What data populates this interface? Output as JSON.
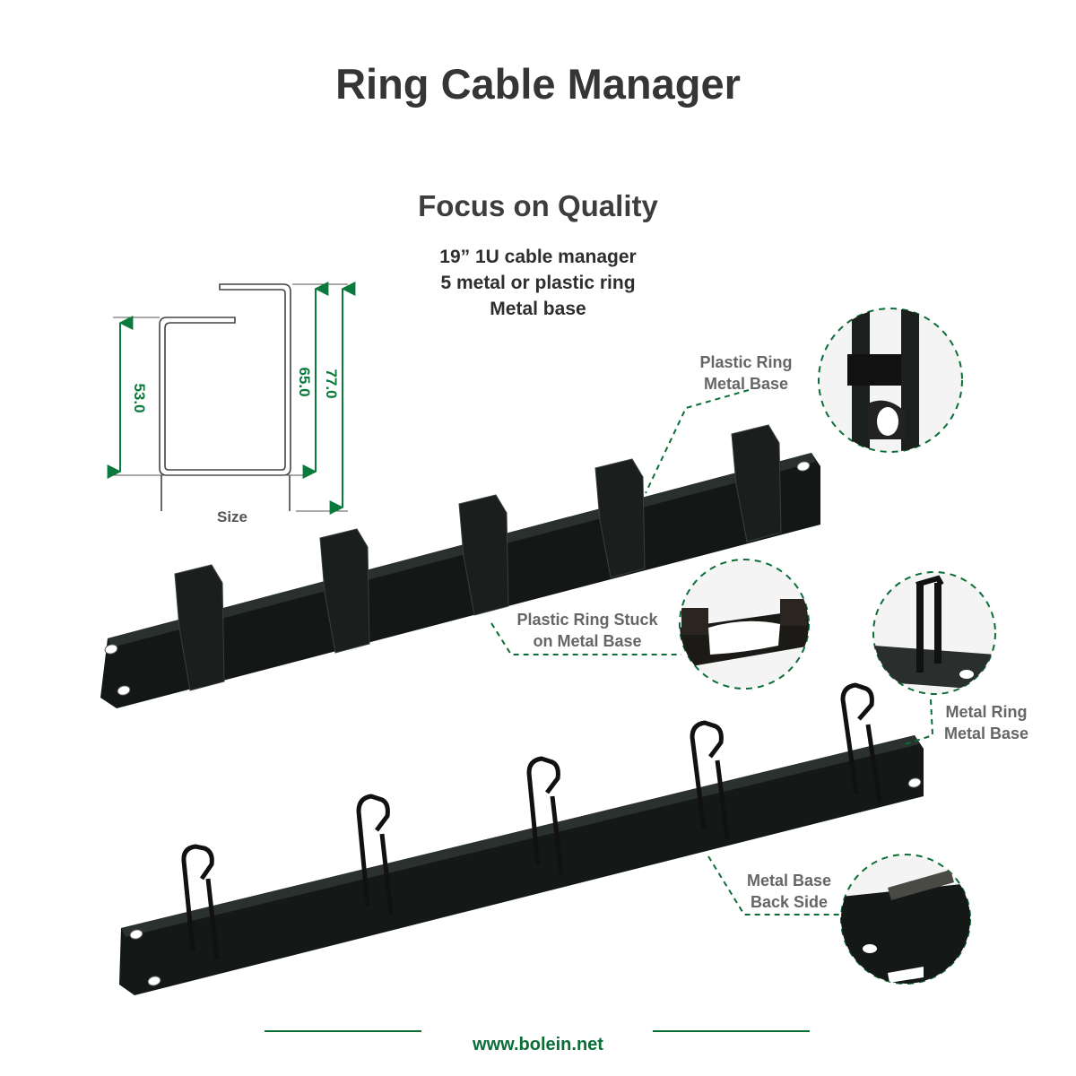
{
  "header": {
    "title": "Ring Cable Manager",
    "subtitle": "Focus on Quality"
  },
  "features": [
    "19” 1U cable manager",
    "5 metal or plastic ring",
    "Metal base"
  ],
  "diagram": {
    "dimensions": [
      "53.0",
      "65.0",
      "77.0"
    ],
    "caption": "Size"
  },
  "callouts": {
    "plastic_ring_metal_base": [
      "Plastic Ring",
      "Metal Base"
    ],
    "plastic_ring_stuck": [
      "Plastic Ring Stuck",
      "on Metal Base"
    ],
    "metal_ring_metal_base": [
      "Metal Ring",
      "Metal Base"
    ],
    "metal_base_back_side": [
      "Metal Base",
      "Back Side"
    ]
  },
  "footer": {
    "url": "www.bolein.net"
  },
  "colors": {
    "accent": "#0b6e36",
    "dim_green": "#0a7a3c",
    "product_black": "#161a18"
  }
}
